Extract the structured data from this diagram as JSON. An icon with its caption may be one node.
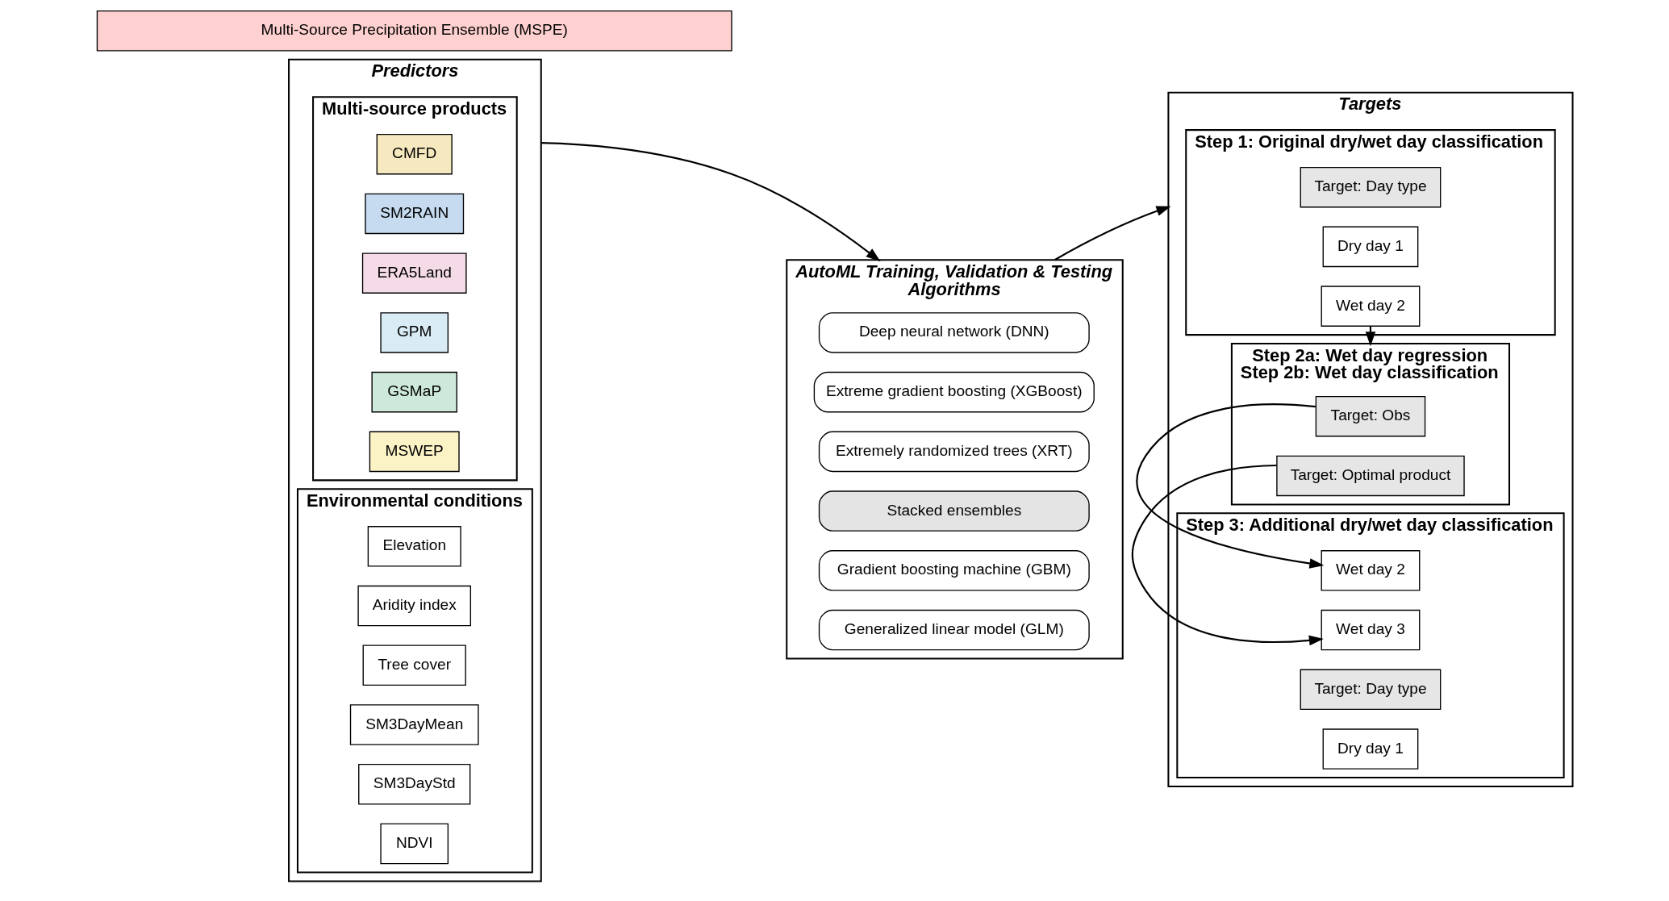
{
  "diagram": {
    "nodes": [
      {
        "text": [
          "Predictors"
        ]
      },
      {
        "text": [
          "Multi-source products"
        ],
        "in": 0
      },
      {
        "text": [
          "CMFD"
        ],
        "in": 1
      },
      {
        "text": [
          "ERA5Land"
        ],
        "in": 1
      },
      {
        "text": [
          "GPM"
        ],
        "in": 1
      },
      {
        "text": [
          "GSMaP"
        ],
        "in": 1
      },
      {
        "text": [
          "MSWEP"
        ],
        "in": 1
      },
      {
        "text": [
          "SM2RAIN"
        ],
        "in": 1
      },
      {
        "text": [
          "Environmental conditions"
        ],
        "in": 0
      },
      {
        "text": [
          "Elevation"
        ],
        "in": 8
      },
      {
        "text": [
          "Aridity index"
        ],
        "in": 8
      },
      {
        "text": [
          "Tree cover"
        ],
        "in": 8
      },
      {
        "text": [
          "SM3DayMean"
        ],
        "in": 8
      },
      {
        "text": [
          "SM3DayStd"
        ],
        "in": 8
      },
      {
        "text": [
          "NDVI"
        ],
        "in": 8
      },
      {
        "text": [
          "AutoML Training, Validation & Testing",
          "Algorithms"
        ]
      },
      {
        "text": [
          "Deep neural network (DNN)"
        ],
        "in": 15
      },
      {
        "text": [
          "Gradient boosting machine (GBM)"
        ],
        "in": 15
      },
      {
        "text": [
          "Generalized linear model (GLM)"
        ],
        "in": 15
      },
      {
        "text": [
          "Extreme gradient boosting (XGBoost)"
        ],
        "in": 15
      },
      {
        "text": [
          "Extremely randomized trees (XRT)"
        ],
        "in": 15
      },
      {
        "text": [
          "Stacked ensembles"
        ],
        "in": 15
      },
      {
        "text": [
          "Targets"
        ]
      },
      {
        "text": [
          "Step 1: Original dry/wet day classification"
        ],
        "in": 22
      },
      {
        "text": [
          "Target: Day type"
        ],
        "in": 23
      },
      {
        "text": [
          "Dry day 1"
        ],
        "in": 23
      },
      {
        "text": [
          "Wet day 2"
        ],
        "in": 23
      },
      {
        "text": [
          "Step 2a: Wet day regression",
          "Step 2b: Wet day classification"
        ],
        "in": 22
      },
      {
        "text": [
          "Target: Obs"
        ],
        "in": 27
      },
      {
        "text": [
          "Target: Optimal product"
        ],
        "in": 27
      },
      {
        "text": [
          "Step 3: Additional dry/wet day classification"
        ],
        "in": 22
      },
      {
        "text": [
          "Target: Day type"
        ],
        "in": 30
      },
      {
        "text": [
          "Dry day 1"
        ],
        "in": 30
      },
      {
        "text": [
          "Wet day 2"
        ],
        "in": 30
      },
      {
        "text": [
          "Wet day 3"
        ],
        "in": 30
      },
      {
        "text": [
          "Multi-Source Precipitation Ensemble (MSPE)"
        ]
      }
    ],
    "edges": [
      {
        "from": 0,
        "to": 15,
        "arrow": "to"
      },
      {
        "from": 15,
        "to": 22,
        "arrow": "to"
      },
      {
        "from": 26,
        "to": 27,
        "arrow": "to"
      },
      {
        "from": 28,
        "to": 33,
        "arrow": "to"
      },
      {
        "from": 29,
        "to": 34,
        "arrow": "to"
      }
    ]
  }
}
